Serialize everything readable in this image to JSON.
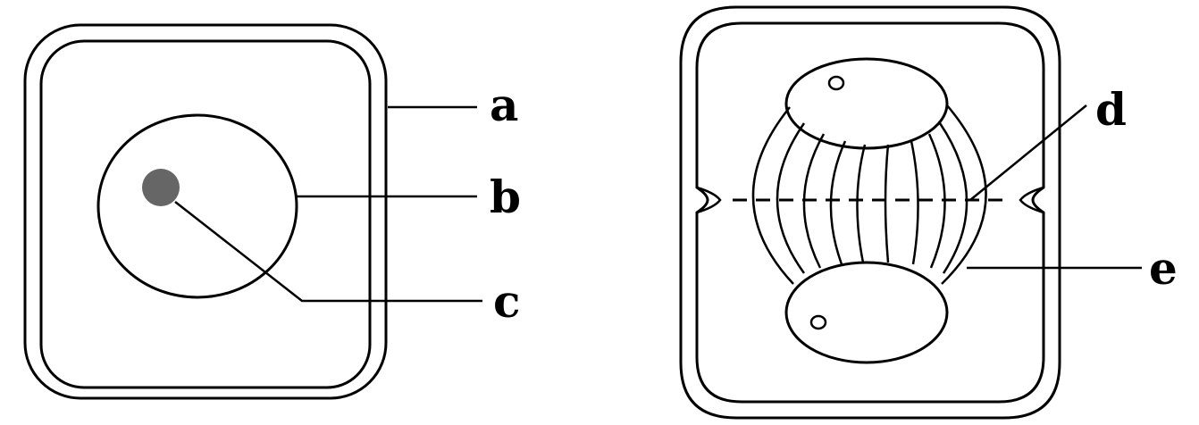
{
  "labels": {
    "a": "a",
    "b": "b",
    "c": "c",
    "d": "d",
    "e": "e"
  },
  "colors": {
    "stroke": "#000000",
    "nucleolus_fill": "#666666",
    "background": "#ffffff"
  }
}
